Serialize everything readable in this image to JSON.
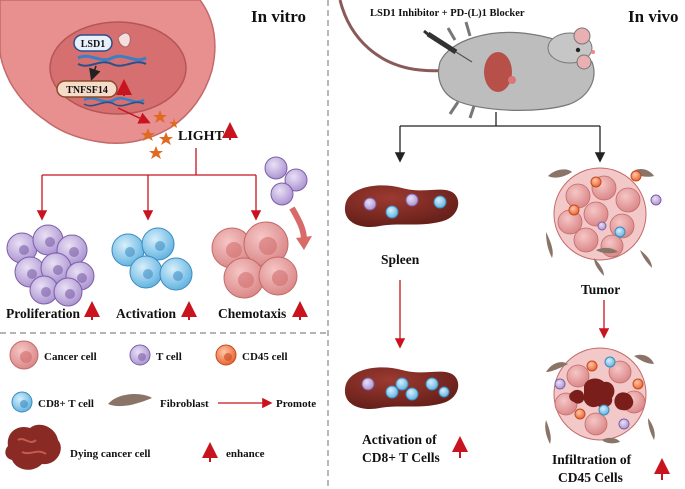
{
  "panels": {
    "in_vitro": "In vitro",
    "in_vivo": "In vivo"
  },
  "cell_top": {
    "lsd1": "LSD1",
    "tnfsf14": "TNFSF14",
    "light": "LIGHT"
  },
  "treatment": "LSD1 Inhibitor + PD-(L)1 Blocker",
  "outcomes": {
    "proliferation": "Proliferation",
    "activation": "Activation",
    "chemotaxis": "Chemotaxis"
  },
  "vivo": {
    "spleen": "Spleen",
    "tumor": "Tumor",
    "activation_line1": "Activation of",
    "activation_line2": "CD8+ T Cells",
    "infiltration_line1": "Infiltration of",
    "infiltration_line2": "CD45 Cells"
  },
  "legend": {
    "cancer_cell": "Cancer cell",
    "t_cell": "T cell",
    "cd45_cell": "CD45 cell",
    "cd8_t_cell": "CD8+ T cell",
    "fibroblast": "Fibroblast",
    "promote": "Promote",
    "dying_cancer_cell": "Dying cancer cell",
    "enhance": "enhance"
  },
  "colors": {
    "arrow_red": "#c8141e",
    "cancer_pink": "#e89a9a",
    "t_cell_purple": "#b9a6d6",
    "cd8_blue": "#7cc2e8",
    "cd45_orange": "#ef7b4d",
    "spleen": "#7a2a22",
    "fibroblast": "#8a7468"
  }
}
